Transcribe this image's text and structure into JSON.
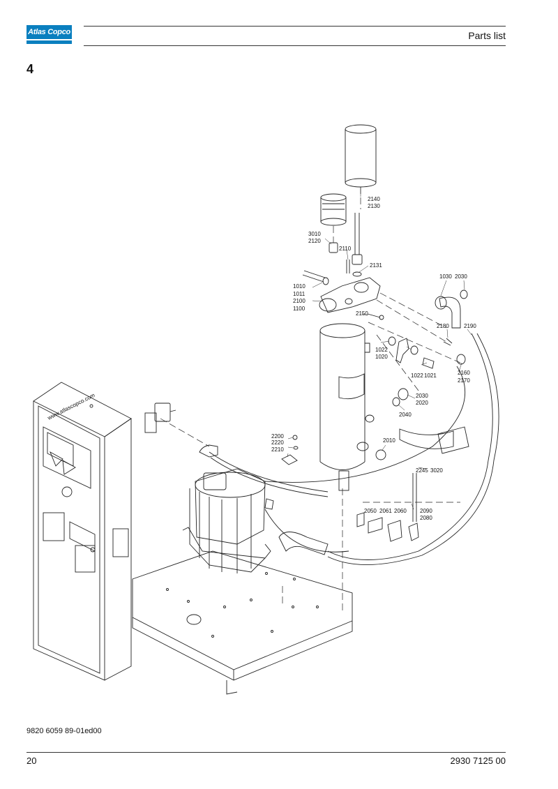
{
  "header": {
    "brand": "Atlas Copco",
    "title": "Parts list",
    "section_number": "4"
  },
  "drawing": {
    "callouts": [
      {
        "id": "c2140",
        "text": "2140"
      },
      {
        "id": "c2130",
        "text": "2130"
      },
      {
        "id": "c3010",
        "text": "3010"
      },
      {
        "id": "c2120",
        "text": "2120"
      },
      {
        "id": "c2110",
        "text": "2110"
      },
      {
        "id": "c2131",
        "text": "2131"
      },
      {
        "id": "c1010",
        "text": "1010"
      },
      {
        "id": "c1011",
        "text": "1011"
      },
      {
        "id": "c2100",
        "text": "2100"
      },
      {
        "id": "c1100",
        "text": "1100"
      },
      {
        "id": "c2150",
        "text": "2150"
      },
      {
        "id": "c1030",
        "text": "1030"
      },
      {
        "id": "c2030a",
        "text": "2030"
      },
      {
        "id": "c2180",
        "text": "2180"
      },
      {
        "id": "c2190",
        "text": "2190"
      },
      {
        "id": "c1022a",
        "text": "1022"
      },
      {
        "id": "c1020",
        "text": "1020"
      },
      {
        "id": "c1022b",
        "text": "1022"
      },
      {
        "id": "c1021",
        "text": "1021"
      },
      {
        "id": "c2160",
        "text": "2160"
      },
      {
        "id": "c2170",
        "text": "2170"
      },
      {
        "id": "c2030b",
        "text": "2030"
      },
      {
        "id": "c2020",
        "text": "2020"
      },
      {
        "id": "c2040",
        "text": "2040"
      },
      {
        "id": "c2200",
        "text": "2200"
      },
      {
        "id": "c2220",
        "text": "2220"
      },
      {
        "id": "c2210",
        "text": "2210"
      },
      {
        "id": "c2010",
        "text": "2010"
      },
      {
        "id": "c2245",
        "text": "2245"
      },
      {
        "id": "c3020",
        "text": "3020"
      },
      {
        "id": "c2050",
        "text": "2050"
      },
      {
        "id": "c2061",
        "text": "2061"
      },
      {
        "id": "c2060",
        "text": "2060"
      },
      {
        "id": "c2090",
        "text": "2090"
      },
      {
        "id": "c2080",
        "text": "2080"
      }
    ],
    "cabinet_text": "www.atlascopco.com"
  },
  "footer": {
    "doc_reference": "9820 6059 89-01ed00",
    "page_number": "20",
    "document_number": "2930 7125 00"
  }
}
